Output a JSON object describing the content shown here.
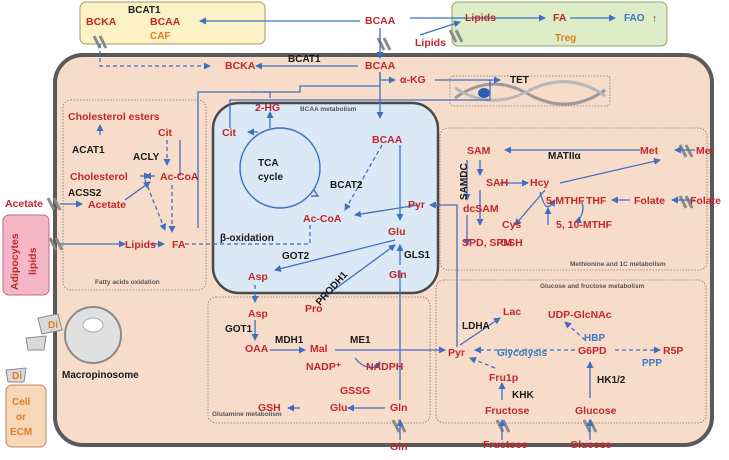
{
  "caf": {
    "label": "CAF",
    "bcka": "BCKA",
    "bcaa": "BCAA",
    "enzyme": "BCAT1"
  },
  "treg": {
    "label": "Treg",
    "lipids": "Lipids",
    "fa": "FA",
    "fao": "FAO",
    "up_arrow": "↑"
  },
  "external": {
    "bcaa": "BCAA",
    "lipids": "Lipids",
    "acetate": "Acetate",
    "met": "Met",
    "folate": "Folate",
    "fructose": "Fructose",
    "glucose": "Glucose",
    "gln": "Gln",
    "adipocytes": "Adipocytes",
    "adipocyte_lipids": "lipids",
    "cell": "Cell",
    "or": "or",
    "ecm": "ECM",
    "macropinosome": "Macropinosome"
  },
  "bcaa_metabolism": {
    "section_label": "BCAA metabolism",
    "bcaa_top": "BCAA",
    "bcka": "BCKA",
    "bcat1": "BCAT1",
    "akg": "α-KG",
    "tet": "TET",
    "two_hg": "2-HG",
    "bcaa_mito": "BCAA",
    "bcat2": "BCAT2"
  },
  "tca": {
    "cycle_label": "TCA\ncycle",
    "cit": "Cit",
    "accoa": "Ac-CoA",
    "pyr": "Pyr",
    "glu": "Glu",
    "gln": "Gln",
    "gls1": "GLS1",
    "prodh1": "PRODH1",
    "pro": "Pro",
    "got2": "GOT2",
    "asp": "Asp"
  },
  "fatty_acids": {
    "section_label": "Fatty acids oxidation",
    "cholesterol_esters": "Cholesterol esters",
    "acat1": "ACAT1",
    "cit": "Cit",
    "acly": "ACLY",
    "cholesterol": "Cholesterol",
    "accoa": "Ac-CoA",
    "acss2": "ACSS2",
    "acetate": "Acetate",
    "lipids": "Lipids",
    "fa": "FA",
    "beta_ox": "β-oxidation"
  },
  "methionine": {
    "section_label": "Methionine and 1C metabolism",
    "sam": "SAM",
    "matiia": "MATIIα",
    "met": "Met",
    "samdc": "SAMDC",
    "sah": "SAH",
    "hcy": "Hcy",
    "dcsam": "dcSAM",
    "five_mthf": "5-MTHF",
    "thf": "THF",
    "folate": "Folate",
    "cys": "Cys",
    "five_ten": "5, 10-MTHF",
    "spd_spm": "SPD, SPM",
    "gsh": "GSH"
  },
  "glutamine": {
    "section_label": "Glutamine metabolism",
    "asp": "Asp",
    "got1": "GOT1",
    "oaa": "OAA",
    "mdh1": "MDH1",
    "mal": "Mal",
    "me1": "ME1",
    "nadp": "NADP⁺",
    "nadph": "NADPH",
    "gssg": "GSSG",
    "gsh": "GSH",
    "glu": "Glu",
    "gln": "Gln"
  },
  "glucose": {
    "section_label": "Glucose and fructose metabolism",
    "lac": "Lac",
    "ldha": "LDHA",
    "udp": "UDP-GlcNAc",
    "hbp": "HBP",
    "pyr": "Pyr",
    "glycolysis": "Glycolysis",
    "g6pd": "G6PD",
    "r5p": "R5P",
    "ppp": "PPP",
    "fru1p": "Fru1p",
    "khk": "KHK",
    "hk12": "HK1/2",
    "fructose": "Fructose",
    "glucose": "Glucose"
  },
  "colors": {
    "metabolite": "#c0272d",
    "arrow": "#3f6fc2",
    "enzyme": "#1a1a1a",
    "pathway": "#3a77c8",
    "cell_fill": "#f8dcca",
    "mito_fill": "#dbe8f6",
    "caf_fill": "#fdf2c6",
    "treg_fill": "#dcedc8"
  },
  "icons": [
    "transporter-icon",
    "dna-icon",
    "cell-membrane-icon"
  ]
}
